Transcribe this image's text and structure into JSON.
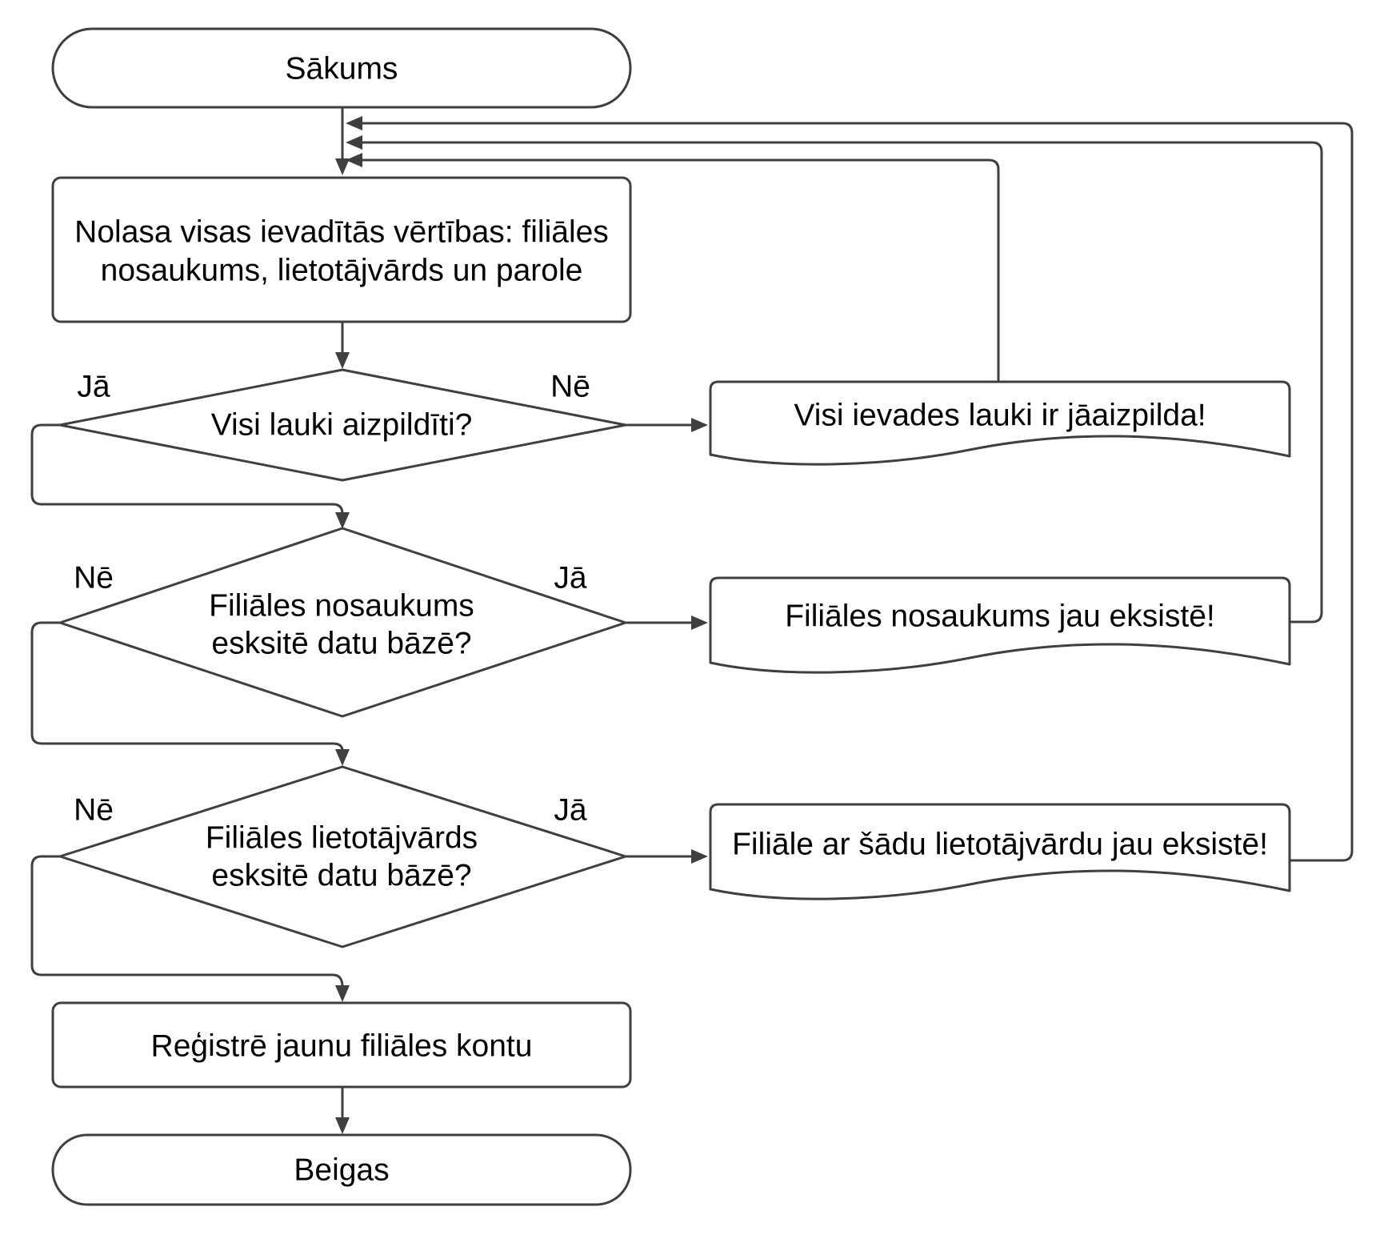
{
  "colors": {
    "stroke": "#3f3f3f",
    "text": "#000000",
    "background": "#ffffff"
  },
  "nodes": {
    "start": {
      "type": "terminator",
      "label": "Sākums"
    },
    "read_inputs": {
      "type": "process",
      "lines": [
        "Nolasa visas ievadītās vērtības: filiāles",
        "nosaukums, lietotājvārds un parole"
      ]
    },
    "fields_filled": {
      "type": "decision",
      "label": "Visi lauki aizpildīti?",
      "branch_left": "Jā",
      "branch_right": "Nē"
    },
    "warn_fill_all": {
      "type": "document",
      "label": "Visi ievades lauki ir jāaizpilda!"
    },
    "name_exists": {
      "type": "decision",
      "lines": [
        "Filiāles nosaukums",
        "esksitē datu bāzē?"
      ],
      "branch_left": "Nē",
      "branch_right": "Jā"
    },
    "warn_name_exists": {
      "type": "document",
      "label": "Filiāles nosaukums jau eksistē!"
    },
    "username_exists": {
      "type": "decision",
      "lines": [
        "Filiāles lietotājvārds",
        "esksitē datu bāzē?"
      ],
      "branch_left": "Nē",
      "branch_right": "Jā"
    },
    "warn_username_exists": {
      "type": "document",
      "label": "Filiāle ar šādu lietotājvārdu jau eksistē!"
    },
    "register": {
      "type": "process",
      "label": "Reģistrē jaunu filiāles kontu"
    },
    "end": {
      "type": "terminator",
      "label": "Beigas"
    }
  }
}
